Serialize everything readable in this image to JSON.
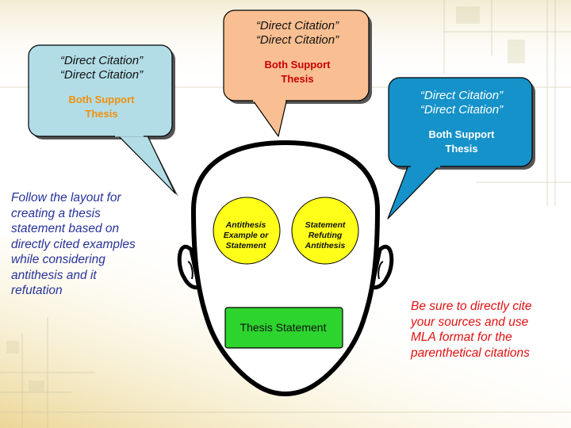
{
  "speech_bubbles": [
    {
      "quote_1": "“Direct Citation”",
      "quote_2": "“Direct Citation”",
      "support_line_1": "Both Support",
      "support_line_2": "Thesis",
      "fill": "#b2dde6",
      "support_color": "#f0900c"
    },
    {
      "quote_1": "“Direct Citation”",
      "quote_2": "“Direct Citation”",
      "support_line_1": "Both Support",
      "support_line_2": "Thesis",
      "fill": "#f9bf92",
      "support_color": "#c80000"
    },
    {
      "quote_1": "“Direct Citation”",
      "quote_2": "“Direct Citation”",
      "support_line_1": "Both Support",
      "support_line_2": "Thesis",
      "fill": "#1592c9",
      "support_color": "#ffffff"
    }
  ],
  "head": {
    "left_circle": {
      "lines": [
        "Antithesis",
        "Example or",
        "Statement"
      ],
      "fill": "#ffff1a"
    },
    "right_circle": {
      "lines": [
        "Statement",
        "Refuting",
        "Antithesis"
      ],
      "fill": "#ffff1a"
    },
    "thesis_box": {
      "label": "Thesis Statement",
      "fill": "#2ed42e"
    }
  },
  "notes": {
    "left": "Follow the layout for creating a thesis statement based on directly cited examples while considering antithesis and it refutation",
    "right": "Be sure to directly cite your sources and use MLA format for the parenthetical citations",
    "left_color": "#27339a",
    "right_color": "#e01010"
  }
}
